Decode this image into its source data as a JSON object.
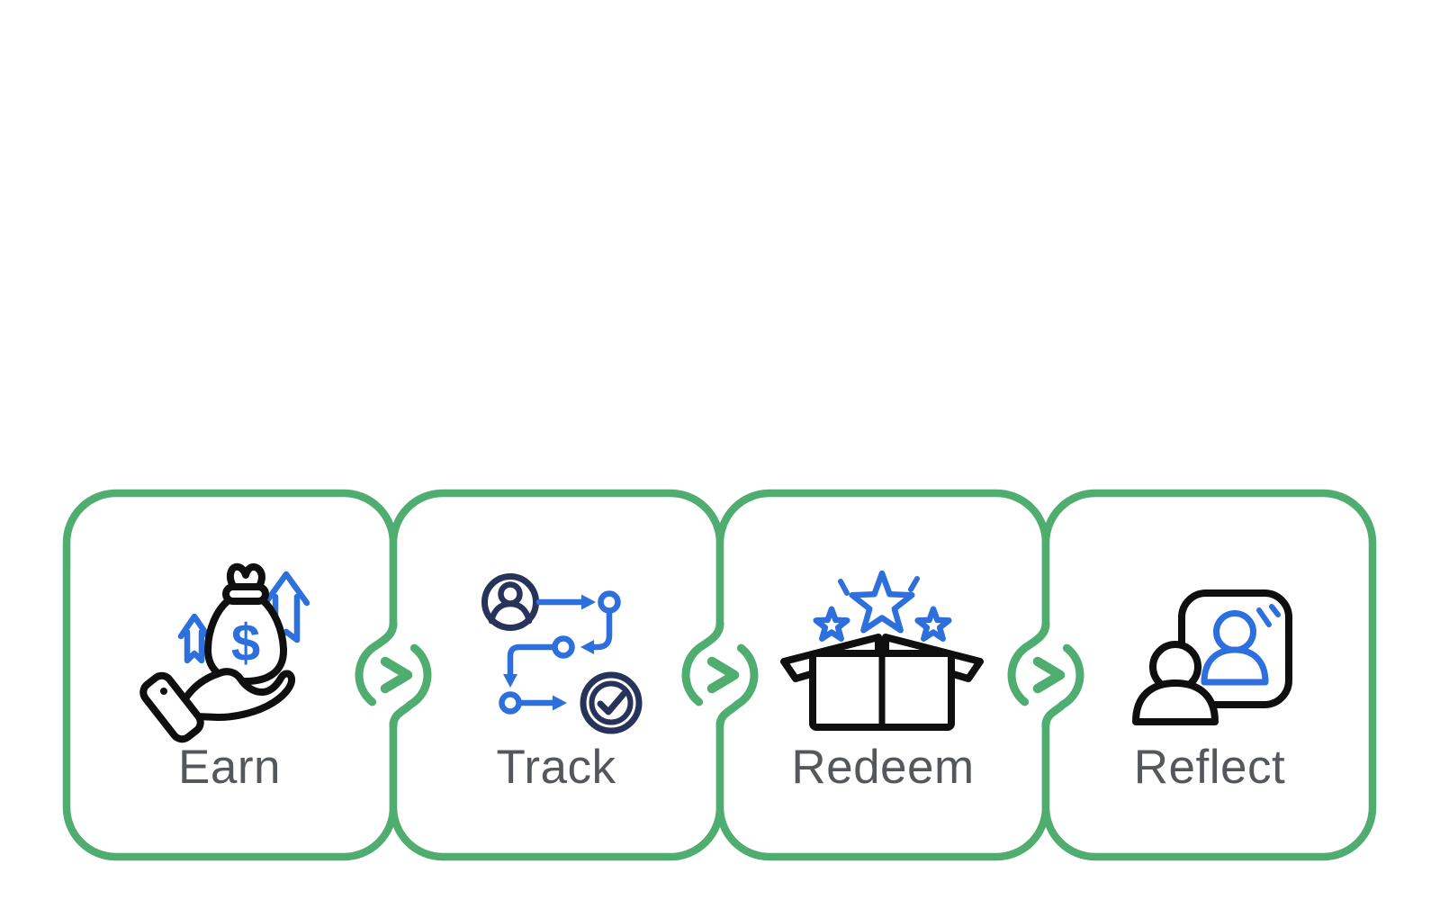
{
  "diagram": {
    "background": "#FFFFFF",
    "steps": [
      {
        "label": "Earn",
        "icon": "hand-holding-money-bag-icon",
        "icon_text": "$"
      },
      {
        "label": "Track",
        "icon": "user-route-checkmark-icon"
      },
      {
        "label": "Redeem",
        "icon": "open-box-with-stars-icon"
      },
      {
        "label": "Reflect",
        "icon": "person-mirror-reflection-icon"
      }
    ],
    "connectors": [
      {
        "icon": "chevron-right-icon"
      },
      {
        "icon": "chevron-right-icon"
      },
      {
        "icon": "chevron-right-icon"
      }
    ],
    "colors": {
      "green": "#4FAD70",
      "blue": "#2D6FDC",
      "navy": "#27335B",
      "black": "#0F0F0F",
      "gray": "#54585C",
      "white": "#FFFFFF"
    }
  }
}
